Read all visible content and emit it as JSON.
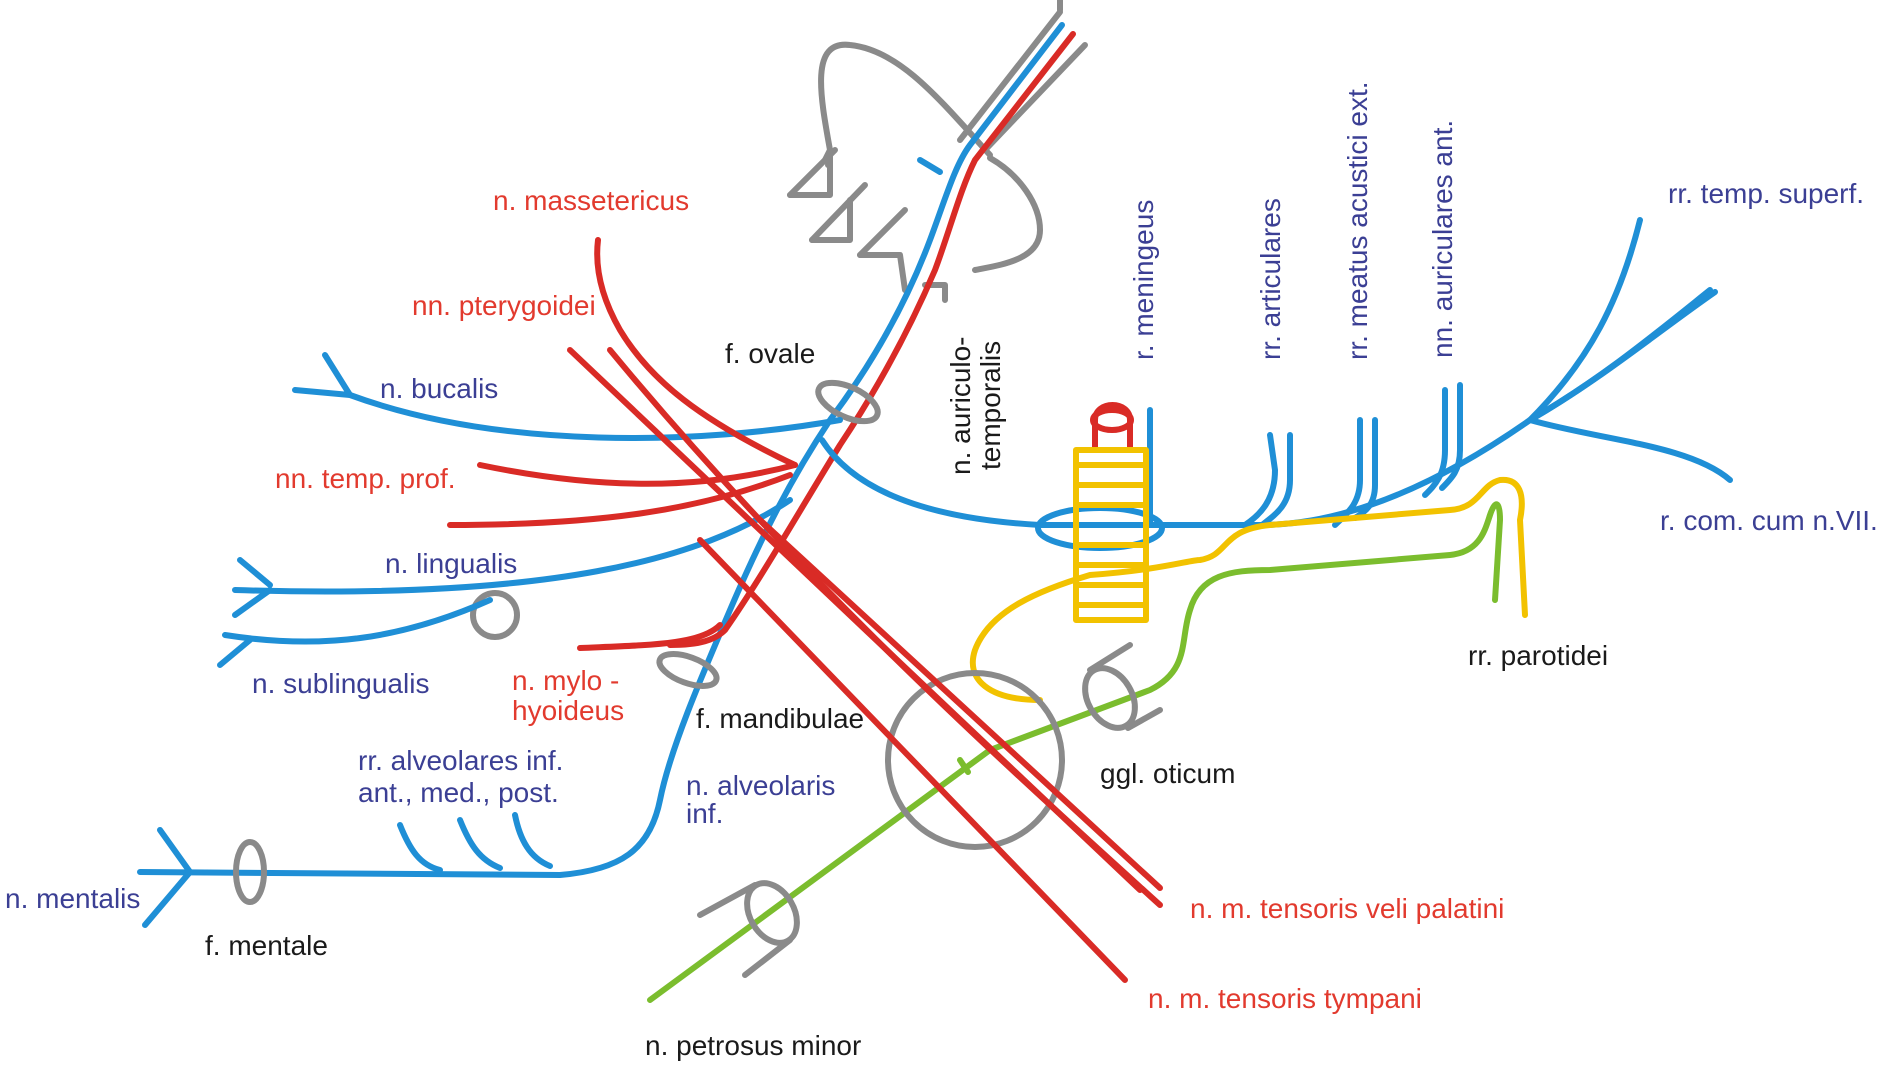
{
  "labels": {
    "masseter": "n. massetericus",
    "pterygoid": "nn. pterygoidei",
    "ovale": "f. ovale",
    "bucalis": "n. bucalis",
    "temp_prof": "nn. temp. prof.",
    "lingualis": "n. lingualis",
    "sublingualis": "n. sublingualis",
    "mylo1": "n. mylo -",
    "mylo2": "hyoideus",
    "mandibulae": "f. mandibulae",
    "alv_inf1": "rr. alveolares inf.",
    "alv_inf2": "ant., med., post.",
    "alveolaris1": "n. alveolaris",
    "alveolaris2": "inf.",
    "mentalis": "n. mentalis",
    "mentale": "f. mentale",
    "auric1": "n. auriculo-",
    "auric2": "temporalis",
    "meningeus": "r. meningeus",
    "articulares": "rr. articulares",
    "meatus": "rr. meatus acustici ext.",
    "auriculares": "nn. auriculares ant.",
    "temp_superf": "rr. temp. superf.",
    "com_cum": "r. com. cum n.VII.",
    "parotidei": "rr. parotidei",
    "oticum": "ggl. oticum",
    "tensor_veli": "n. m. tensoris veli palatini",
    "tensor_tymp": "n. m. tensoris tympani",
    "petrosus": "n. petrosus minor"
  },
  "colors": {
    "sensory_nerve": "#1f8fd6",
    "motor_nerve": "#d92b26",
    "bone_structure": "#8a8a8a",
    "parasympathetic_postganglionic": "#f2c200",
    "parasympathetic_preganglionic": "#7bbd2e",
    "sensory_label": "#3b3f94",
    "motor_label": "#e23a2e"
  }
}
